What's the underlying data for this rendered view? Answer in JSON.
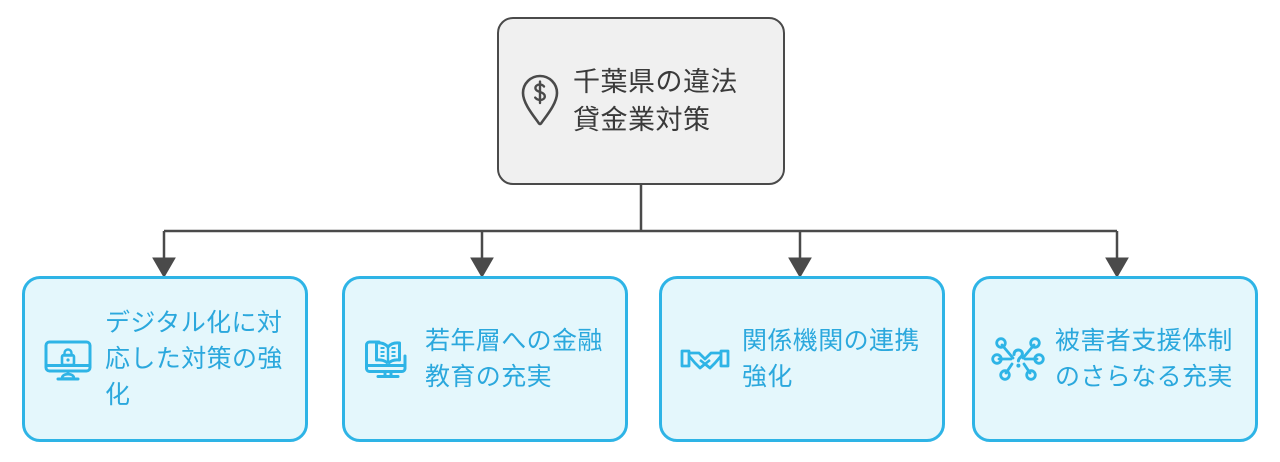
{
  "diagram": {
    "type": "tree",
    "orientation": "top-down",
    "colors": {
      "root_fill": "#f0f0f0",
      "root_border": "#4a4a4a",
      "root_text": "#3a3a3a",
      "child_fill": "#e4f7fc",
      "child_border": "#2eb4e6",
      "child_text": "#2ba8dd",
      "connector": "#4a4a4a",
      "background": "#ffffff"
    },
    "root": {
      "label": "千葉県の違法貸金業対策",
      "icon": "map-pin-dollar-icon"
    },
    "children": [
      {
        "label": "デジタル化に対応した対策の強化",
        "icon": "monitor-lock-icon"
      },
      {
        "label": "若年層への金融教育の充実",
        "icon": "monitor-book-icon"
      },
      {
        "label": "関係機関の連携強化",
        "icon": "handshake-icon"
      },
      {
        "label": "被害者支援体制のさらなる充実",
        "icon": "network-nodes-icon"
      }
    ]
  }
}
